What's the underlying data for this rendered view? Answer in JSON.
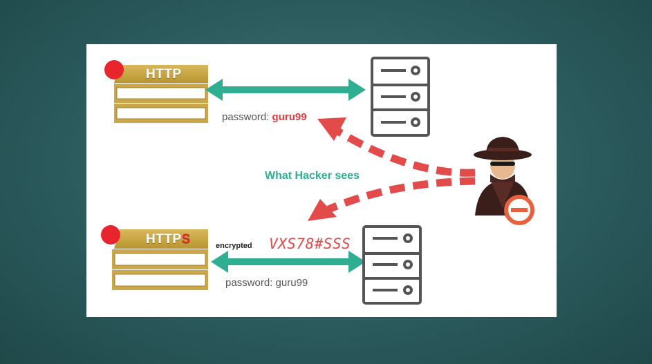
{
  "http_block": {
    "label": "HTTP",
    "password_label": "password:",
    "password_value": "guru99"
  },
  "https_block": {
    "label_prefix": "HTTP",
    "label_suffix": "S",
    "encrypted_label": "encrypted",
    "cipher_text": "VXS78#SSS",
    "password_label": "password:",
    "password_value": "guru99"
  },
  "hacker": {
    "caption": "What Hacker sees"
  },
  "colors": {
    "tab_gold": "#c9a74a",
    "tab_gold_dark": "#a4832a",
    "arrow_teal": "#2fae92",
    "attack_red": "#e34a4a",
    "dot_red": "#e8242c",
    "server_stroke": "#555555"
  }
}
